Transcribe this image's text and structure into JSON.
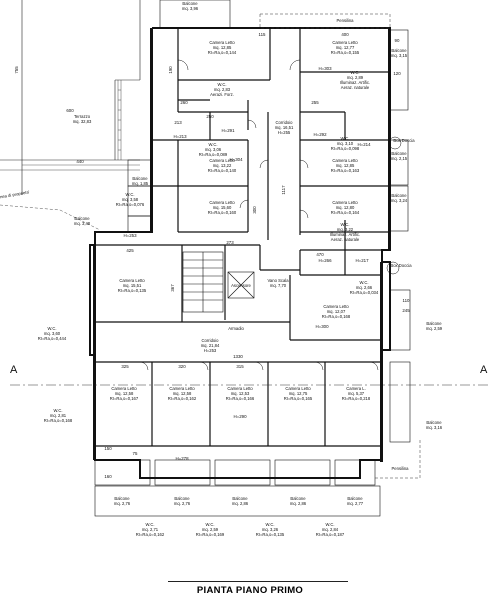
{
  "title": "PIANTA PIANO PRIMO",
  "section_marks": [
    "A",
    "A"
  ],
  "rooms": [
    {
      "id": "balcone-top",
      "lines": [
        "Balcone",
        "mq. 3,96"
      ]
    },
    {
      "id": "pensilina-top",
      "lines": [
        "Pensilina"
      ]
    },
    {
      "id": "camera-1",
      "lines": [
        "Camera Letto",
        "mq. 12,85",
        "RI=Ra,o=0,144"
      ]
    },
    {
      "id": "camera-2",
      "lines": [
        "Camera Letto",
        "mq. 12,77",
        "RI=Ra,o=0,155"
      ]
    },
    {
      "id": "balcone-r1",
      "lines": [
        "Balcone",
        "mq. 3,15"
      ]
    },
    {
      "id": "wc-1",
      "lines": [
        "W.C.",
        "mq. 2,83",
        "Aerazi. Forz."
      ]
    },
    {
      "id": "wc-2",
      "lines": [
        "W.C.",
        "mq. 2,89",
        "Illuminaz. Artific.",
        "Aeraz. naturale"
      ]
    },
    {
      "id": "terrazzo",
      "lines": [
        "Terrazzo",
        "mq. 32,83"
      ]
    },
    {
      "id": "corridoio-1",
      "lines": [
        "Corridoio",
        "mq. 16,51",
        "H=255"
      ]
    },
    {
      "id": "wc-3",
      "lines": [
        "W.C.",
        "mq. 3,06",
        "RI=Ra,o=0,089"
      ]
    },
    {
      "id": "wc-4",
      "lines": [
        "W.C.",
        "mq. 3,10",
        "RI=Ra,o=0,098"
      ]
    },
    {
      "id": "box-doccia-1",
      "lines": [
        "Box Doccia"
      ]
    },
    {
      "id": "balcone-r2",
      "lines": [
        "Balcone",
        "mq. 2,15"
      ]
    },
    {
      "id": "camera-3",
      "lines": [
        "Camera Letto",
        "mq. 13,22",
        "RI=Ra,o=0,140"
      ]
    },
    {
      "id": "camera-4",
      "lines": [
        "Camera Letto",
        "mq. 12,85",
        "RI=Ra,o=0,163"
      ]
    },
    {
      "id": "balcone-l1",
      "lines": [
        "Balcone",
        "mq. 1,85"
      ]
    },
    {
      "id": "camera-5",
      "lines": [
        "Camera Letto",
        "mq. 15,60",
        "RI=Ra,o=0,160"
      ]
    },
    {
      "id": "camera-6",
      "lines": [
        "Camera Letto",
        "mq. 12,80",
        "RI=Ra,o=0,164"
      ]
    },
    {
      "id": "balcone-r3",
      "lines": [
        "Balcone",
        "mq. 3,24"
      ]
    },
    {
      "id": "wc-5",
      "lines": [
        "W.C.",
        "mq. 3,58",
        "RI=Ra,o=0,076"
      ]
    },
    {
      "id": "balcone-l2",
      "lines": [
        "Balcone",
        "mq. 3,48"
      ]
    },
    {
      "id": "wc-6",
      "lines": [
        "W.C.",
        "mq. 3,22",
        "Illuminaz. Artific.",
        "Aeraz. naturale"
      ]
    },
    {
      "id": "camera-7",
      "lines": [
        "Camera Letto",
        "mq. 15,51",
        "RI=Ra,o=0,135"
      ]
    },
    {
      "id": "vano-scala",
      "lines": [
        "Vano Scala",
        "mq. 7,70"
      ]
    },
    {
      "id": "ascensore",
      "lines": [
        "Ascensore"
      ]
    },
    {
      "id": "box-doccia-2",
      "lines": [
        "Box Doccia"
      ]
    },
    {
      "id": "wc-7",
      "lines": [
        "W.C.",
        "mq. 2,66",
        "RI=Ra,o=0,034"
      ]
    },
    {
      "id": "camera-8",
      "lines": [
        "Camera Letto",
        "mq. 12,07",
        "RI=Ra,o=0,168"
      ]
    },
    {
      "id": "armadio",
      "lines": [
        "Armadio"
      ]
    },
    {
      "id": "wc-8",
      "lines": [
        "W.C.",
        "mq. 3,60",
        "RI=Ra,o=0,444"
      ]
    },
    {
      "id": "balcone-r4",
      "lines": [
        "Balcone",
        "mq. 2,59"
      ]
    },
    {
      "id": "corridoio-2",
      "lines": [
        "Corridoio",
        "mq. 21,84",
        "H=253"
      ]
    },
    {
      "id": "camera-9",
      "lines": [
        "Camera Letto",
        "mq. 12,58",
        "RI=Ra,o=0,167"
      ]
    },
    {
      "id": "camera-10",
      "lines": [
        "Camera Letto",
        "mq. 12,58",
        "RI=Ra,o=0,162"
      ]
    },
    {
      "id": "camera-11",
      "lines": [
        "Camera Letto",
        "mq. 12,53",
        "RI=Ra,o=0,166"
      ]
    },
    {
      "id": "camera-12",
      "lines": [
        "Camera Letto",
        "mq. 12,75",
        "RI=Ra,o=0,165"
      ]
    },
    {
      "id": "camera-13",
      "lines": [
        "Camera L.",
        "mq. 5,37",
        "RI=Ra,o=0,218"
      ]
    },
    {
      "id": "wc-9",
      "lines": [
        "W.C.",
        "mq. 2,81",
        "RI=Ra,o=0,168"
      ]
    },
    {
      "id": "balcone-r5",
      "lines": [
        "Balcone",
        "mq. 3,16"
      ]
    },
    {
      "id": "balcone-b1",
      "lines": [
        "Balcone",
        "mq. 2,76"
      ]
    },
    {
      "id": "balcone-b2",
      "lines": [
        "Balcone",
        "mq. 2,76"
      ]
    },
    {
      "id": "balcone-b3",
      "lines": [
        "Balcone",
        "mq. 2,86"
      ]
    },
    {
      "id": "balcone-b4",
      "lines": [
        "Balcone",
        "mq. 2,86"
      ]
    },
    {
      "id": "balcone-b5",
      "lines": [
        "Balcone",
        "mq. 2,77"
      ]
    },
    {
      "id": "wc-b1",
      "lines": [
        "W.C.",
        "mq. 2,71",
        "RI=Ra,o=0,162"
      ]
    },
    {
      "id": "wc-b2",
      "lines": [
        "W.C.",
        "mq. 2,59",
        "RI=Ra,o=0,169"
      ]
    },
    {
      "id": "wc-b3",
      "lines": [
        "W.C.",
        "mq. 3,26",
        "RI=Ra,o=0,135"
      ]
    },
    {
      "id": "wc-b4",
      "lines": [
        "W.C.",
        "mq. 2,84",
        "RI=Ra,o=0,187"
      ]
    },
    {
      "id": "pensilina-bottom",
      "lines": [
        "Pensilina"
      ]
    }
  ],
  "dimensions": {
    "d-440": "440",
    "d-600": "600",
    "d-755": "755",
    "d-1330": "1330",
    "d-325": "325",
    "d-320": "320",
    "d-315": "315",
    "d-425": "425",
    "d-273": "273",
    "d-470": "470",
    "d-115": "115",
    "d-400": "400",
    "d-90": "90",
    "d-120": "120",
    "d-160": "160",
    "d-150": "150",
    "d-75": "75",
    "d-245": "245",
    "d-110": "110",
    "d-1117": "1117",
    "d-367": "367",
    "d-260": "260",
    "d-190": "190",
    "d-250": "250",
    "d-300": "300",
    "d-255": "255",
    "d-213": "213"
  },
  "heights": {
    "h-291": "H=291",
    "h-304": "H=304",
    "h-303": "H=303",
    "h-292": "H=292",
    "h-214": "H=214",
    "h-213": "H=213",
    "h-253": "H=253",
    "h-266": "H=266",
    "h-217": "H=217",
    "h-300": "H=300",
    "h-290": "H=290",
    "h-278": "H=278"
  },
  "side_labels": [
    "linea di proprieta'"
  ]
}
